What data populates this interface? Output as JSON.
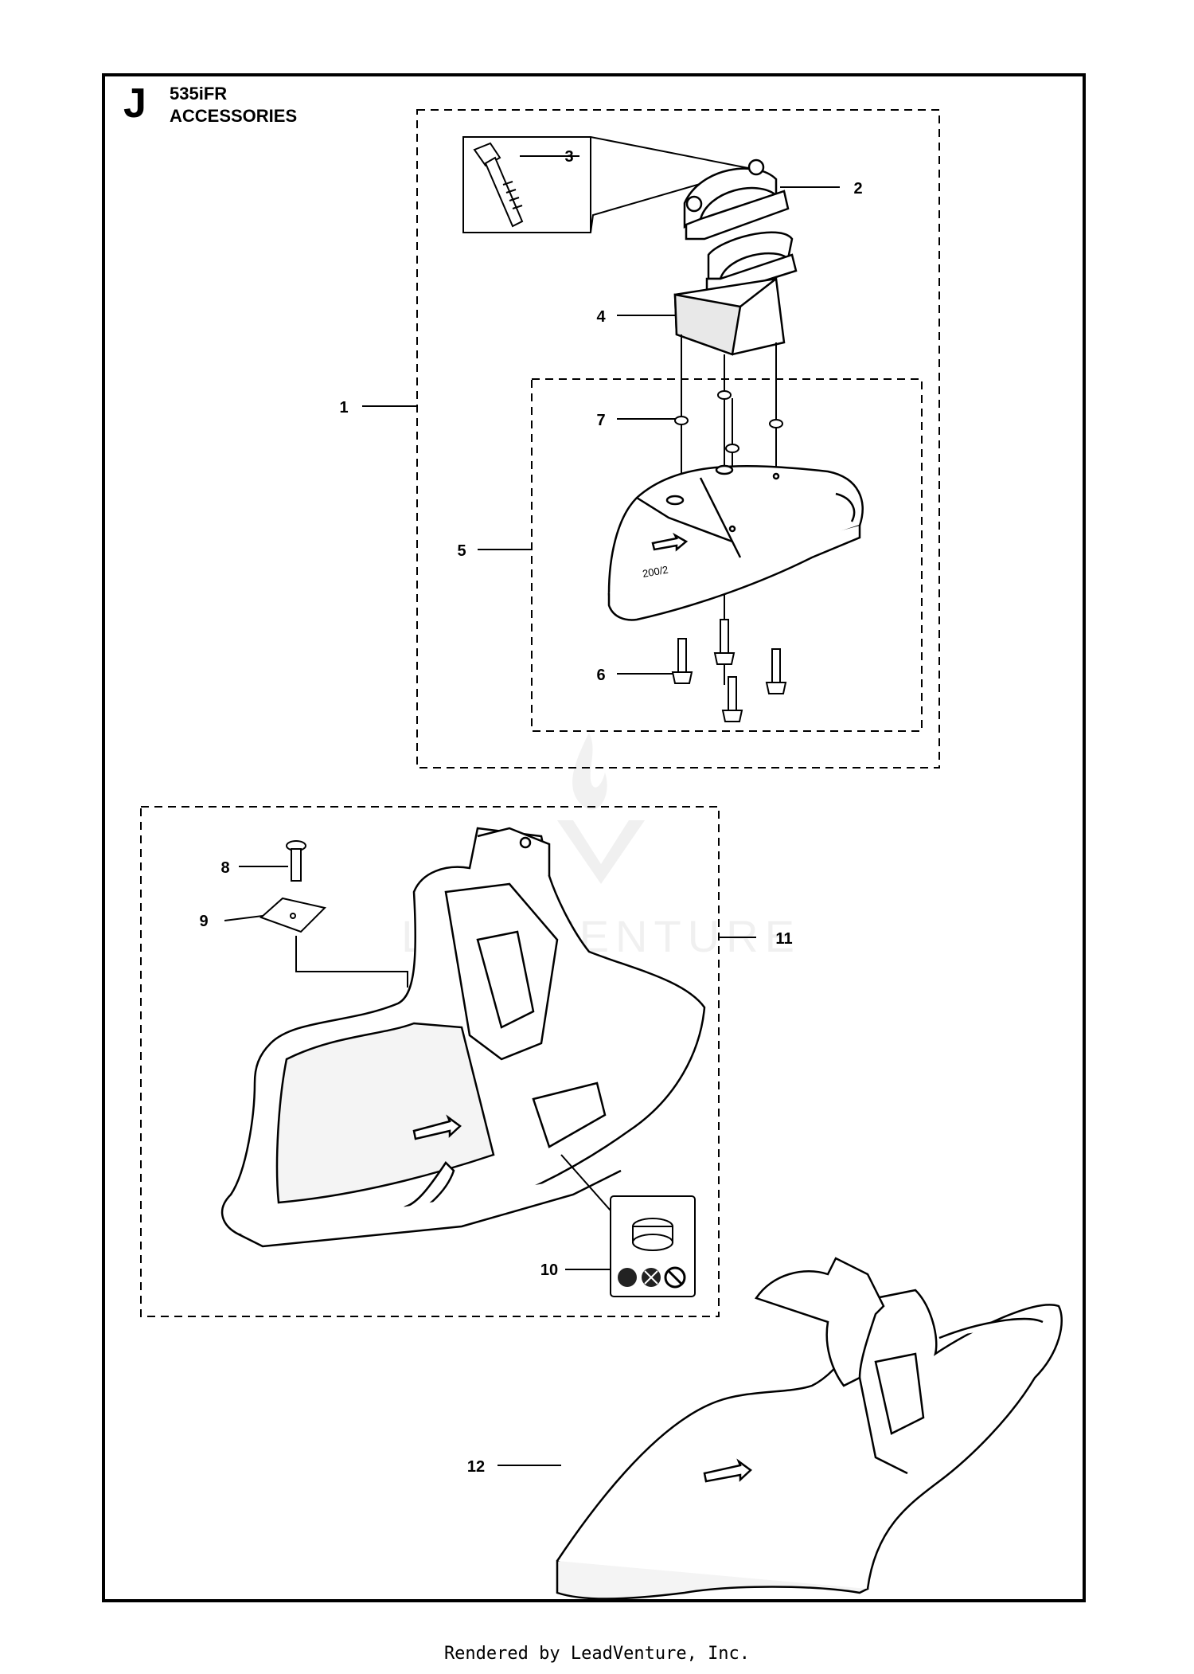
{
  "header": {
    "section_letter": "J",
    "model": "535iFR",
    "title": "ACCESSORIES"
  },
  "callouts": [
    "1",
    "2",
    "3",
    "4",
    "5",
    "6",
    "7",
    "8",
    "9",
    "10",
    "11",
    "12"
  ],
  "watermark": "LEADVENTURE",
  "footer": "Rendered by LeadVenture, Inc."
}
